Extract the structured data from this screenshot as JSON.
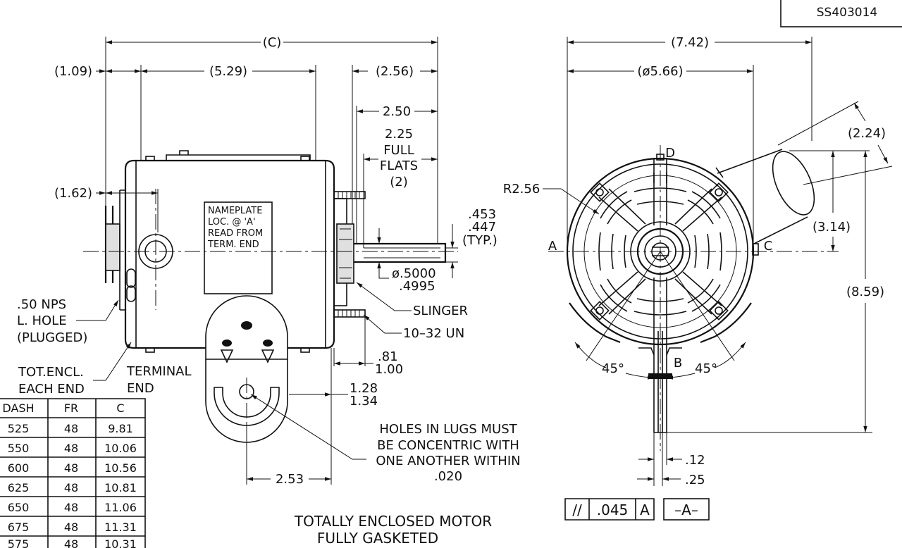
{
  "drawing_number": "SS403014",
  "side_view": {
    "dims": {
      "overall_c": "(C)",
      "end_cap": "(1.09)",
      "frame": "(5.29)",
      "shaft_ext": "(2.56)",
      "shaft_usable": "2.50",
      "flats_length": "2.25",
      "flats_word_1": "FULL",
      "flats_word_2": "FLATS",
      "flats_count": "(2)",
      "conduit_offset": "(1.62)",
      "flat_dim_1": ".453",
      "flat_dim_2": ".447",
      "flat_typ": "(TYP.)",
      "shaft_dia_1": "ø.5000",
      "shaft_dia_2": ".4995",
      "stud_1": ".81",
      "stud_2": "1.00",
      "lug_1": "1.28",
      "lug_2": "1.34",
      "base": "2.53"
    },
    "nameplate": [
      "NAMEPLATE",
      "LOC. @ 'A'",
      "READ FROM",
      "TERM. END"
    ],
    "labels": {
      "hole_1": ".50 NPS",
      "hole_2": "L. HOLE",
      "hole_3": "(PLUGGED)",
      "encl_1": "TOT.ENCL.",
      "encl_2": "EACH END",
      "terminal_1": "TERMINAL",
      "terminal_2": "END",
      "slinger": "SLINGER",
      "thread": "10–32 UN",
      "note_1": "HOLES IN LUGS MUST",
      "note_2": "BE CONCENTRIC WITH",
      "note_3": "ONE ANOTHER WITHIN",
      "note_4": ".020",
      "title_1": "TOTALLY ENCLOSED MOTOR",
      "title_2": "FULLY GASKETED"
    }
  },
  "end_view": {
    "dims": {
      "overall_width": "(7.42)",
      "frame_dia": "(ø5.66)",
      "radius": "R2.56",
      "box_offset": "(2.24)",
      "box_height": "(3.14)",
      "overall_height": "(8.59)",
      "base_1": ".12",
      "base_2": ".25",
      "angle_left": "45°",
      "angle_right": "45°"
    },
    "points": {
      "a": "A",
      "b": "B",
      "c": "C",
      "d": "D"
    },
    "tolerance": {
      "symbol": "//",
      "value": ".045",
      "datum": "A",
      "datum_box": "–A–"
    }
  },
  "dash_table": {
    "headers": [
      "DASH",
      "FR",
      "C"
    ],
    "rows": [
      [
        "525",
        "48",
        "9.81"
      ],
      [
        "550",
        "48",
        "10.06"
      ],
      [
        "600",
        "48",
        "10.56"
      ],
      [
        "625",
        "48",
        "10.81"
      ],
      [
        "650",
        "48",
        "11.06"
      ],
      [
        "675",
        "48",
        "11.31"
      ],
      [
        "575",
        "48",
        "10.31"
      ]
    ]
  }
}
